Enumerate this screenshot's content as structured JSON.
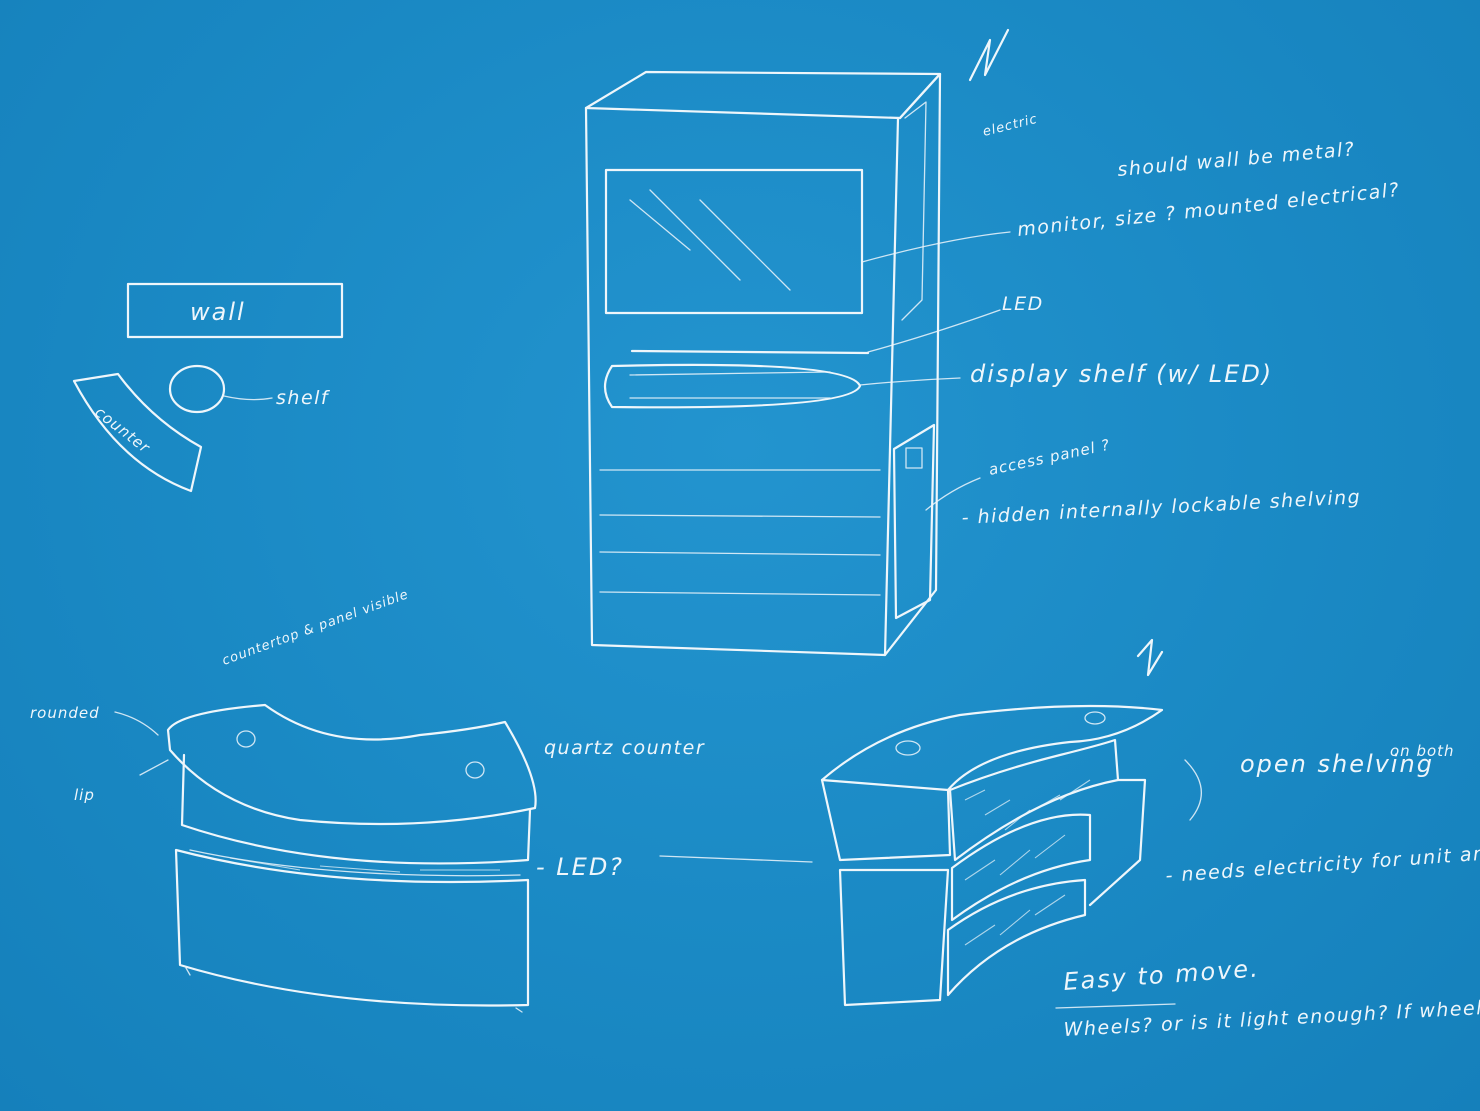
{
  "notes": {
    "wall_plan_label": "wall",
    "shelf_plan_label": "shelf",
    "counter_plan_label": "counter",
    "north_arrow_top": "N",
    "north_arrow_bottom": "N",
    "electric": "electric",
    "should_wall_be_metal": "should wall be metal?",
    "monitor_size": "monitor, size ? mounted electrical?",
    "led": "LED",
    "display_shelf": "display shelf (w/ LED)",
    "access_panel": "access panel ?",
    "hidden_shelving": "- hidden internally lockable shelving",
    "countertop_note": "countertop & panel visible",
    "rounded": "rounded",
    "lip": "lip",
    "quartz_counter": "quartz counter",
    "led_question": "- LED?",
    "open_shelving": "open shelving",
    "unclear_right": "on both",
    "needs_electricity": "- needs electricity for unit and for surface equipment",
    "easy_to_move": "Easy to move.",
    "wheels_note": "Wheels? or is it light enough? If wheels, needs wheel locks."
  }
}
